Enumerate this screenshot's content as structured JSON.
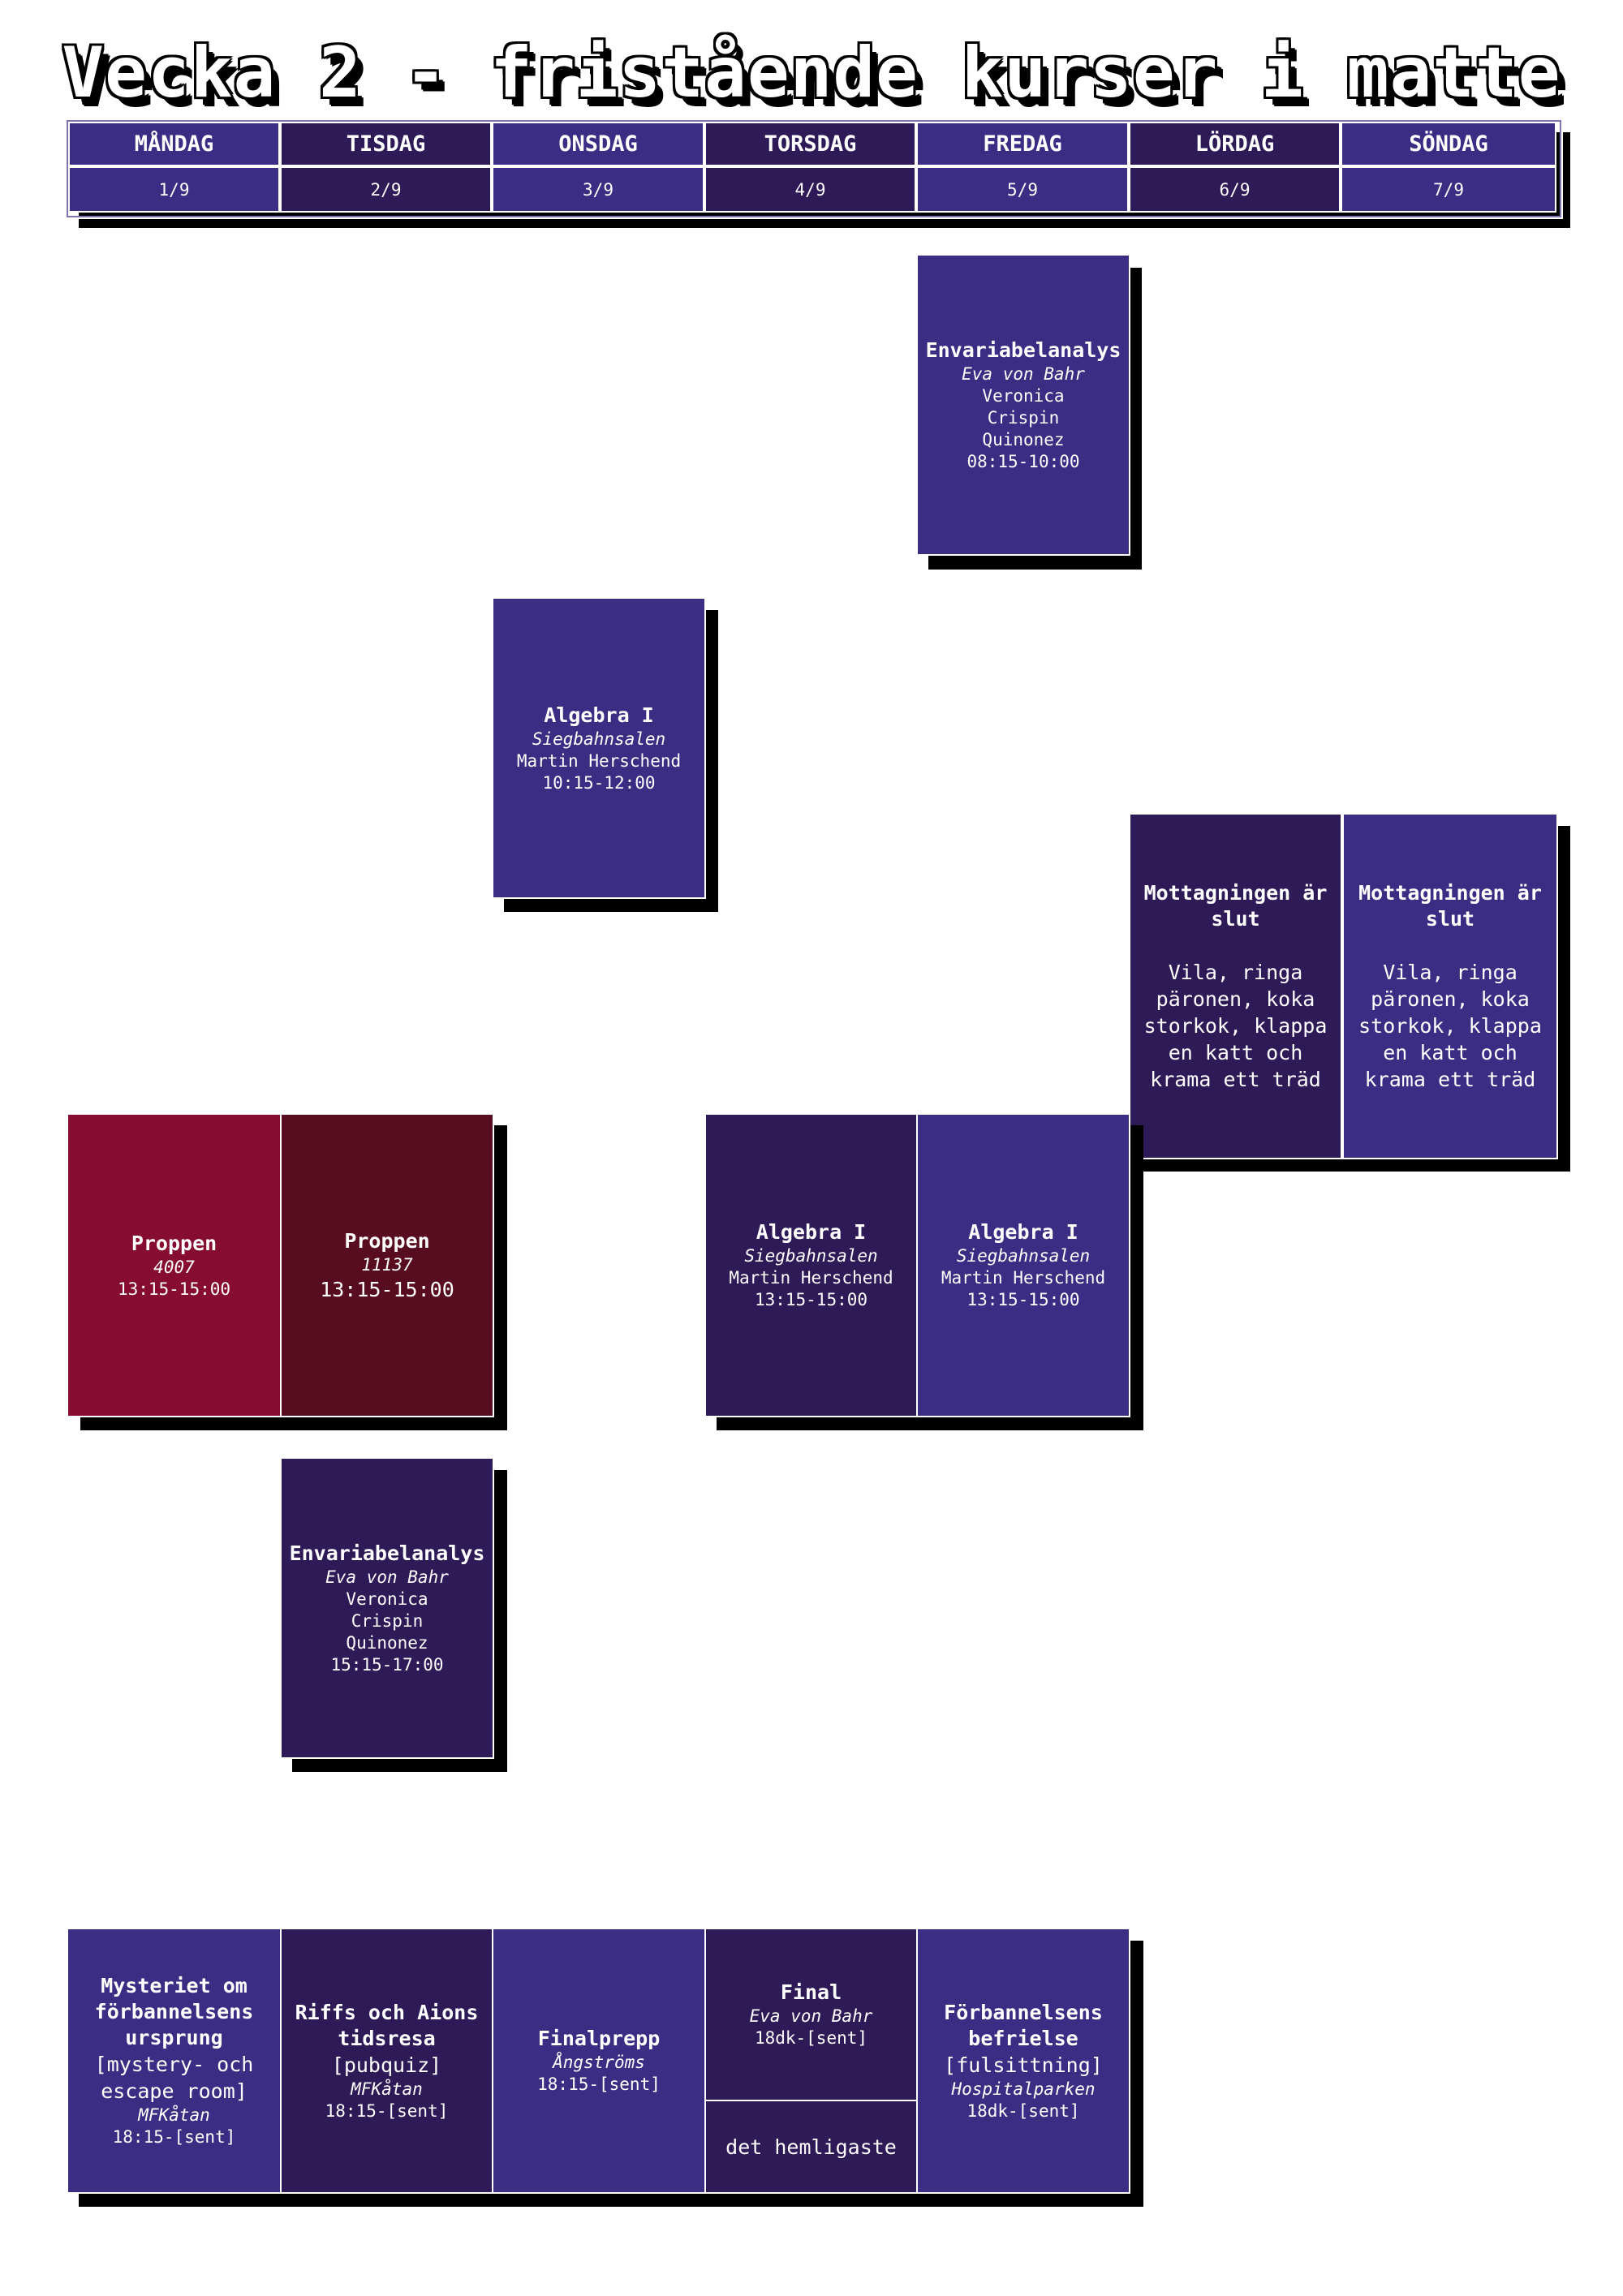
{
  "title": "Vecka 2 - fristående kurser i matte",
  "colors": {
    "purple": "#3b2c84",
    "dark_purple": "#2e1a57",
    "crimson": "#860c31",
    "maroon": "#570c1f"
  },
  "days": [
    {
      "name": "MÅNDAG",
      "date": "1/9"
    },
    {
      "name": "TISDAG",
      "date": "2/9"
    },
    {
      "name": "ONSDAG",
      "date": "3/9"
    },
    {
      "name": "TORSDAG",
      "date": "4/9"
    },
    {
      "name": "FREDAG",
      "date": "5/9"
    },
    {
      "name": "LÖRDAG",
      "date": "6/9"
    },
    {
      "name": "SÖNDAG",
      "date": "7/9"
    }
  ],
  "events": {
    "fri_envariabel": {
      "title": "Envariabelanalys",
      "location": "Eva von Bahr",
      "teacher": "Veronica Crispin Quinonez",
      "time": "08:15-10:00"
    },
    "wed_algebra": {
      "title": "Algebra I",
      "location": "Siegbahnsalen",
      "teacher": "Martin Herschend",
      "time": "10:15-12:00"
    },
    "sat_mottagning": {
      "title": "Mottagningen är slut",
      "text": "Vila, ringa päronen, koka storkok, klappa en katt och krama ett träd"
    },
    "sun_mottagning": {
      "title": "Mottagningen är slut",
      "text": "Vila, ringa päronen, koka storkok, klappa en katt och krama ett träd"
    },
    "mon_proppen": {
      "title": "Proppen",
      "location": "4007",
      "time": "13:15-15:00"
    },
    "tue_proppen": {
      "title": "Proppen",
      "location": "11137",
      "time": "13:15-15:00"
    },
    "thu_algebra": {
      "title": "Algebra I",
      "location": "Siegbahnsalen",
      "teacher": "Martin Herschend",
      "time": "13:15-15:00"
    },
    "fri_algebra": {
      "title": "Algebra I",
      "location": "Siegbahnsalen",
      "teacher": "Martin Herschend",
      "time": "13:15-15:00"
    },
    "tue_envariabel": {
      "title": "Envariabelanalys",
      "location": "Eva von Bahr",
      "teacher": "Veronica Crispin Quinonez",
      "time": "15:15-17:00"
    },
    "mon_mysteriet": {
      "title": "Mysteriet om förbannelsens ursprung",
      "note": "[mystery- och escape room]",
      "location": "MFKåtan",
      "time": "18:15-[sent]"
    },
    "tue_riffs": {
      "title": "Riffs och Aions tidsresa",
      "note": "[pubquiz]",
      "location": "MFKåtan",
      "time": "18:15-[sent]"
    },
    "wed_finalprepp": {
      "title": "Finalprepp",
      "location": "Ångströms",
      "time": "18:15-[sent]"
    },
    "thu_final": {
      "title": "Final",
      "location": "Eva von Bahr",
      "time": "18dk-[sent]"
    },
    "thu_hemligaste": {
      "text": "det hemligaste"
    },
    "fri_forbannelsens": {
      "title": "Förbannelsens befrielse",
      "note": "[fulsittning]",
      "location": "Hospitalparken",
      "time": "18dk-[sent]"
    }
  }
}
